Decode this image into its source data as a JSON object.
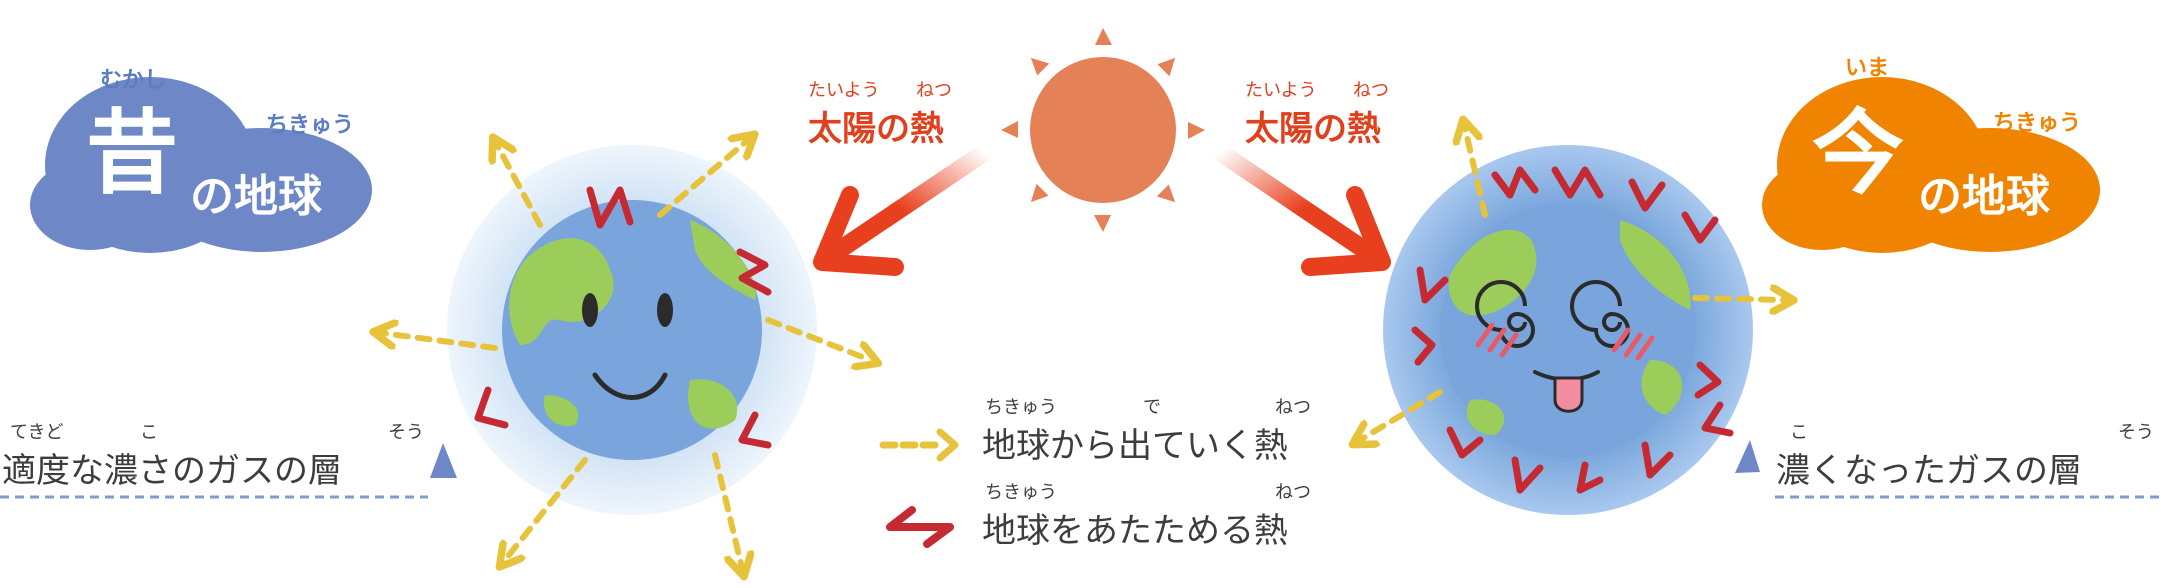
{
  "colors": {
    "past_badge": "#6e87c6",
    "present_badge": "#f08300",
    "sun": "#e58156",
    "heat_arrow": "#e8401e",
    "escaping_arrow": "#e6c33b",
    "trapping_arrow": "#c52a33",
    "ocean": "#7aa5dc",
    "land": "#9ccd5b",
    "atmosphere": "#9cc4ea",
    "dashed_line": "#7f9bcf",
    "text": "#3d3d3d"
  },
  "past": {
    "ruby_main": "むかし",
    "ruby_sub": "ちきゅう",
    "kanji": "昔",
    "rest": "の地球",
    "gas_label": "適度な濃さのガスの層",
    "gas_ruby_1": "てきど",
    "gas_ruby_2": "こ",
    "gas_ruby_3": "そう"
  },
  "present": {
    "ruby_main": "いま",
    "ruby_sub": "ちきゅう",
    "kanji": "今",
    "rest": "の地球",
    "gas_label": "濃くなったガスの層",
    "gas_ruby_1": "こ",
    "gas_ruby_2": "そう"
  },
  "sun_heat": {
    "label": "太陽の熱",
    "ruby_1": "たいよう",
    "ruby_2": "ねつ"
  },
  "legend": {
    "escaping": {
      "label": "地球から出ていく熱",
      "ruby_1": "ちきゅう",
      "ruby_2": "で",
      "ruby_3": "ねつ"
    },
    "trapping": {
      "label": "地球をあたためる熱",
      "ruby_1": "ちきゅう",
      "ruby_2": "ねつ"
    }
  }
}
